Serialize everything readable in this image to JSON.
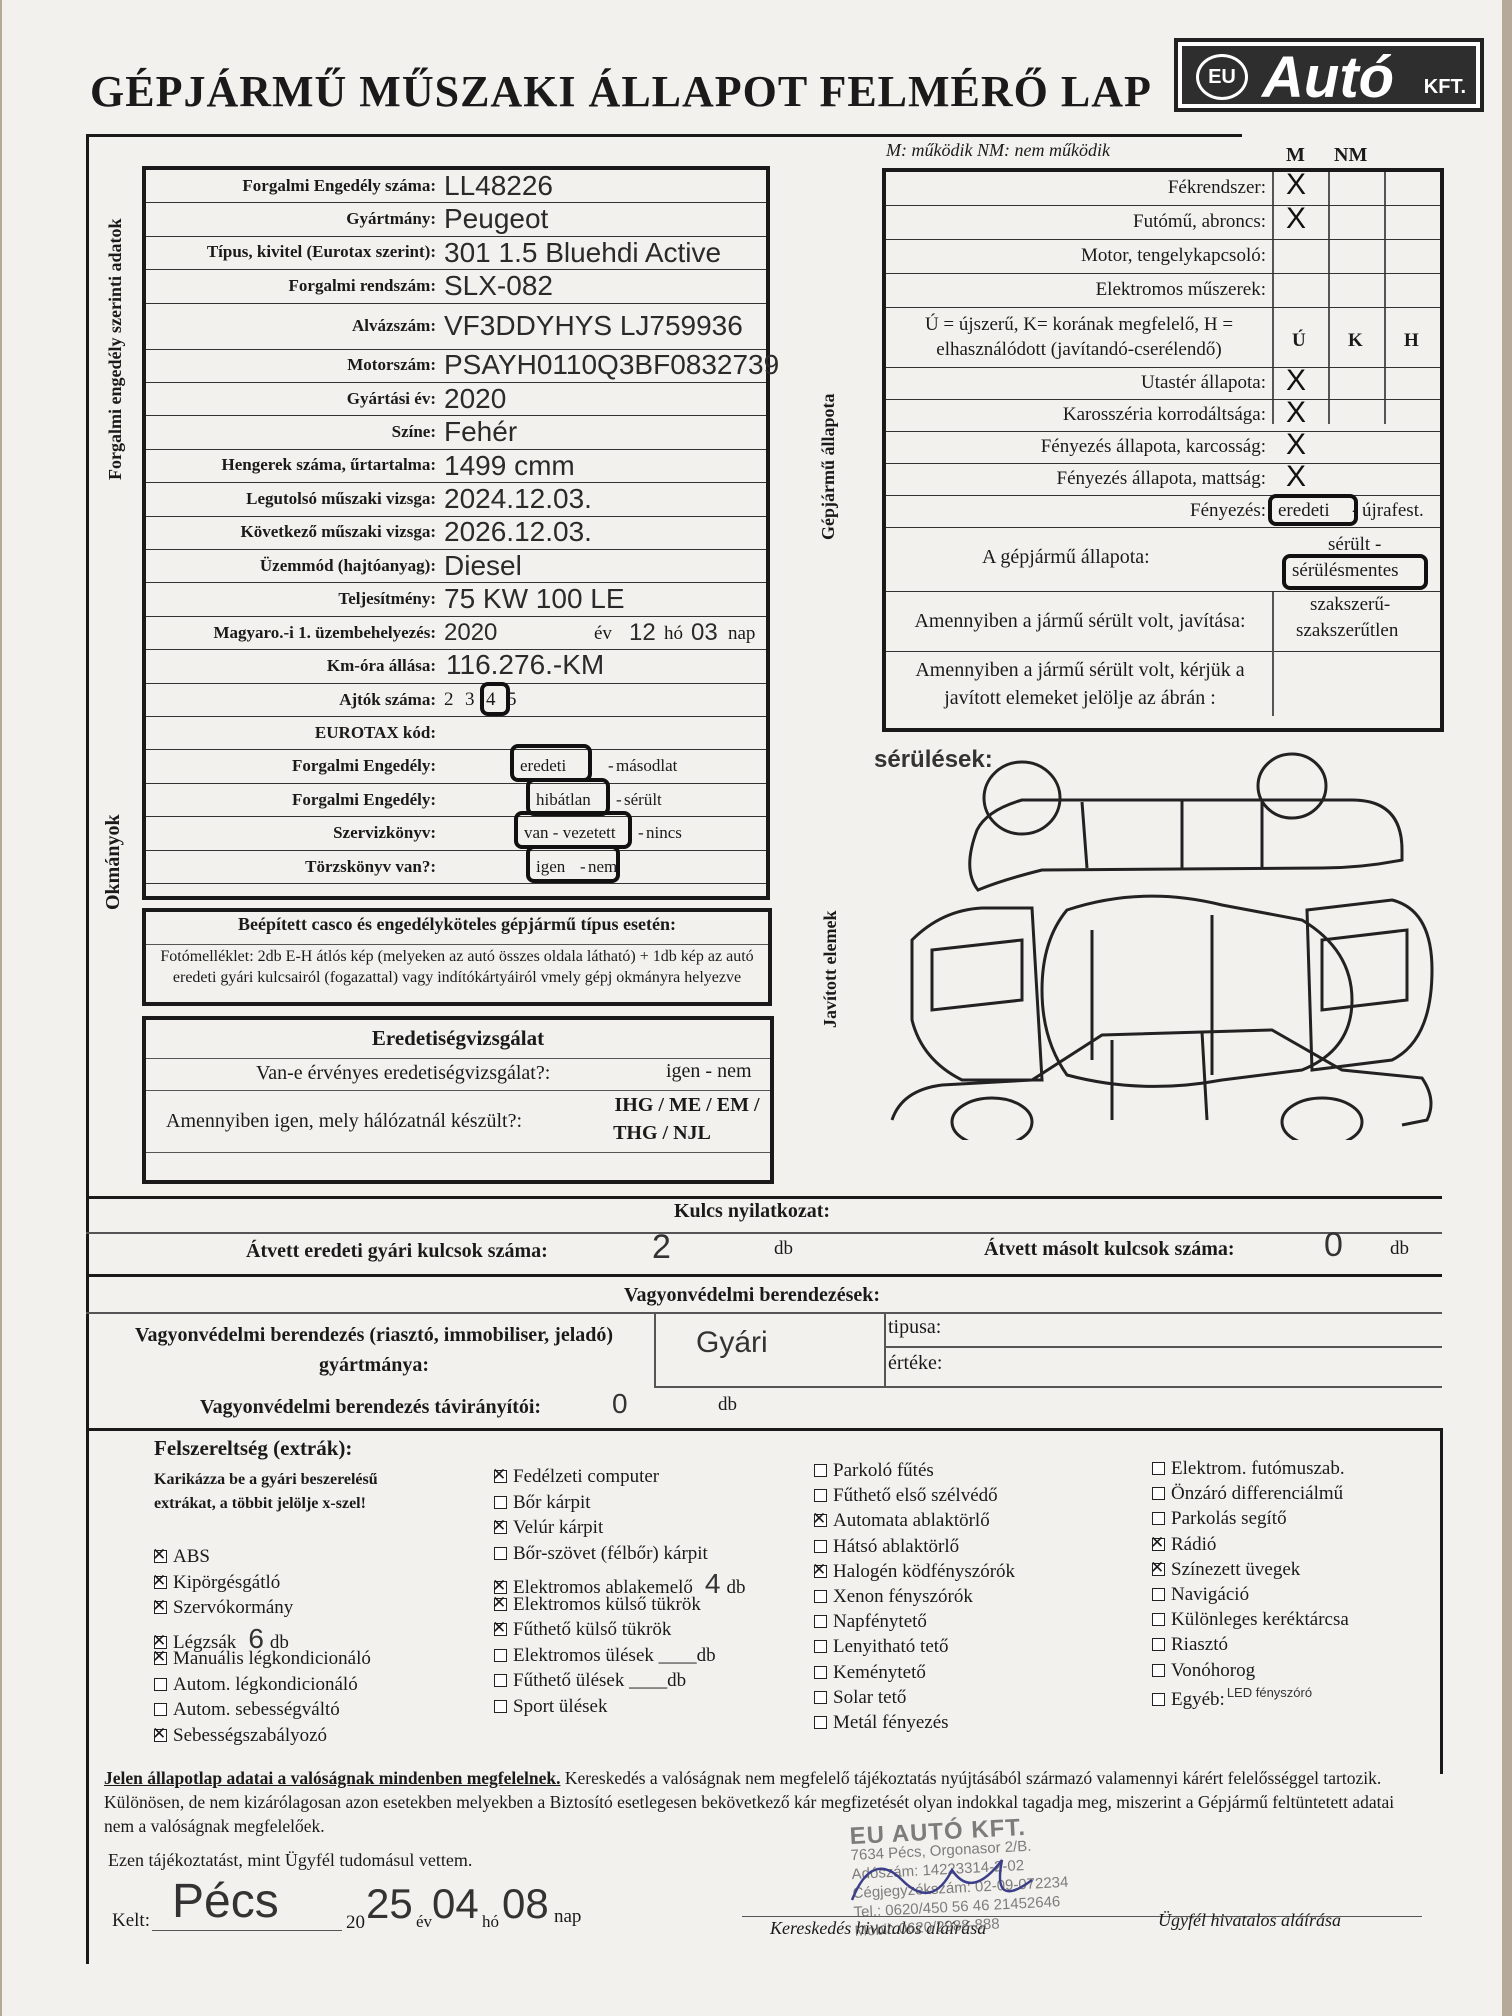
{
  "header": {
    "title": "GÉPJÁRMŰ MŰSZAKI ÁLLAPOT FELMÉRŐ LAP",
    "logo_eu": "EU",
    "logo_auto": "Autó",
    "logo_kft": "KFT."
  },
  "side_labels": {
    "registration": "Forgalmi engedély szerinti adatok",
    "documents": "Okmányok",
    "vehicle_state": "Gépjármű állapota",
    "repaired": "Javított elemek"
  },
  "vehicle": {
    "fields": [
      {
        "label": "Forgalmi Engedély száma:",
        "value": "LL48226"
      },
      {
        "label": "Gyártmány:",
        "value": "Peugeot"
      },
      {
        "label": "Típus, kivitel (Eurotax szerint):",
        "value": "301 1.5 Bluehdi Active"
      },
      {
        "label": "Forgalmi rendszám:",
        "value": "SLX-082"
      },
      {
        "label": "Alvázszám:",
        "value": "VF3DDYHYS LJ759936"
      },
      {
        "label": "Motorszám:",
        "value": "PSAYH0110Q3BF0832739"
      },
      {
        "label": "Gyártási év:",
        "value": "2020"
      },
      {
        "label": "Színe:",
        "value": "Fehér"
      },
      {
        "label": "Hengerek száma, űrtartalma:",
        "value": "1499 cmm"
      },
      {
        "label": "Legutolsó műszaki vizsga:",
        "value": "2024.12.03."
      },
      {
        "label": "Következő műszaki vizsga:",
        "value": "2026.12.03."
      },
      {
        "label": "Üzemmód (hajtóanyag):",
        "value": "Diesel"
      },
      {
        "label": "Teljesítmény:",
        "value": "75 KW 100 LE"
      }
    ],
    "first_reg_label": "Magyaro.-i 1. üzembehelyezés:",
    "first_reg_year": "2020",
    "first_reg_ev": "év",
    "first_reg_month": "12",
    "first_reg_ho": "hó",
    "first_reg_day": "03",
    "first_reg_nap": "nap",
    "km_label": "Km-óra állása:",
    "km_value": "116.276.-KM",
    "doors_label": "Ajtók száma:",
    "doors_options": [
      "2",
      "3",
      "4",
      "5"
    ],
    "eurotax_label": "EUROTAX kód:"
  },
  "documents": [
    {
      "label": "Forgalmi Engedély:",
      "selected": "eredeti",
      "sep": "-",
      "other": "másodlat"
    },
    {
      "label": "Forgalmi Engedély:",
      "selected": "hibátlan",
      "sep": "-",
      "other": "sérült"
    },
    {
      "label": "Szervizkönyv:",
      "selected": "van - vezetett",
      "sep": "-",
      "other": "nincs"
    },
    {
      "label": "Törzskönyv van?:",
      "selected": "igen",
      "sep": "-",
      "other": "nem"
    }
  ],
  "casco": {
    "title": "Beépített casco és engedélyköteles gépjármű típus esetén:",
    "text": "Fotómelléklet: 2db E-H átlós kép (melyeken az autó összes oldala látható) + 1db kép az autó eredeti gyári kulcsairól (fogazattal) vagy indítókártyáiról vmely gépj okmányra helyezve"
  },
  "origin": {
    "title": "Eredetiségvizsgálat",
    "q1": "Van-e érvényes eredetiségvizsgálat?:",
    "a1": "igen - nem",
    "q2": "Amennyiben igen, mely hálózatnál készült?:",
    "a2_line1": "IHG / ME / EM /",
    "a2_line2": "THG / NJL"
  },
  "state": {
    "legend": "M: működik   NM: nem működik",
    "col_m": "M",
    "col_nm": "NM",
    "items_m": [
      {
        "label": "Fékrendszer:",
        "mark": "X"
      },
      {
        "label": "Futómű, abroncs:",
        "mark": "X"
      },
      {
        "label": "Motor, tengelykapcsoló:",
        "mark": ""
      },
      {
        "label": "Elektromos műszerek:",
        "mark": ""
      }
    ],
    "condition_legend": "Ú = újszerű, K= korának megfelelő, H = elhasználódott (javítandó-cserélendő)",
    "col_u": "Ú",
    "col_k": "K",
    "col_h": "H",
    "items_u": [
      {
        "label": "Utastér állapota:",
        "mark": "X"
      },
      {
        "label": "Karosszéria korrodáltsága:",
        "mark": "X"
      },
      {
        "label": "Fényezés állapota, karcosság:",
        "mark": "X"
      },
      {
        "label": "Fényezés állapota, mattság:",
        "mark": "X"
      }
    ],
    "paint_label": "Fényezés:",
    "paint_selected": "eredeti",
    "paint_sep": "-",
    "paint_other": "újrafest.",
    "vehicle_state_label": "A gépjármű állapota:",
    "vehicle_state_other": "sérült -",
    "vehicle_state_selected": "sérülésmentes",
    "repair_label": "Amennyiben a jármű sérült volt, javítása:",
    "repair_opt1": "szakszerű-",
    "repair_opt2": "szakszerűtlen",
    "mark_label": "Amennyiben a jármű sérült volt, kérjük a javított elemeket jelölje az ábrán :",
    "damage_title": "sérülések:"
  },
  "keys": {
    "title": "Kulcs nyilatkozat:",
    "orig_label": "Átvett eredeti gyári kulcsok száma:",
    "orig_value": "2",
    "orig_unit": "db",
    "copy_label": "Átvett másolt kulcsok száma:",
    "copy_value": "0",
    "copy_unit": "db"
  },
  "security": {
    "title": "Vagyonvédelmi berendezések:",
    "maker_label": "Vagyonvédelmi berendezés (riasztó, immobiliser, jeladó) gyártmánya:",
    "maker_value": "Gyári",
    "type_label": "tipusa:",
    "value_label": "értéke:",
    "remote_label": "Vagyonvédelmi berendezés távirányítói:",
    "remote_value": "0",
    "remote_unit": "db"
  },
  "extras": {
    "title": "Felszereltség (extrák):",
    "instruction": "Karikázza be a gyári beszerelésű extrákat, a többit jelölje x-szel!",
    "col1": [
      {
        "label": "ABS",
        "checked": true
      },
      {
        "label": "Kipörgésgátló",
        "checked": true
      },
      {
        "label": "Szervókormány",
        "checked": true
      },
      {
        "label": "Légzsák",
        "checked": true,
        "count": "6",
        "unit": "db"
      },
      {
        "label": "Manuális légkondicionáló",
        "checked": true
      },
      {
        "label": "Autom. légkondicionáló",
        "checked": false
      },
      {
        "label": "Autom. sebességváltó",
        "checked": false
      },
      {
        "label": "Sebességszabályozó",
        "checked": true
      }
    ],
    "col2": [
      {
        "label": "Fedélzeti computer",
        "checked": true
      },
      {
        "label": "Bőr kárpit",
        "checked": false
      },
      {
        "label": "Velúr kárpit",
        "checked": true
      },
      {
        "label": "Bőr-szövet (félbőr) kárpit",
        "checked": false
      },
      {
        "label": "Elektromos ablakemelő",
        "checked": true,
        "count": "4",
        "unit": "db"
      },
      {
        "label": "Elektromos külső tükrök",
        "checked": true
      },
      {
        "label": "Fűthető külső tükrök",
        "checked": true
      },
      {
        "label": "Elektromos ülések ____db",
        "checked": false
      },
      {
        "label": "Fűthető ülések ____db",
        "checked": false
      },
      {
        "label": "Sport ülések",
        "checked": false
      }
    ],
    "col3": [
      {
        "label": "Parkoló fűtés",
        "checked": false
      },
      {
        "label": "Fűthető első szélvédő",
        "checked": false
      },
      {
        "label": "Automata ablaktörlő",
        "checked": true
      },
      {
        "label": "Hátsó ablaktörlő",
        "checked": false
      },
      {
        "label": "Halogén ködfényszórók",
        "checked": true
      },
      {
        "label": "Xenon fényszórók",
        "checked": false
      },
      {
        "label": "Napfénytető",
        "checked": false
      },
      {
        "label": "Lenyitható tető",
        "checked": false
      },
      {
        "label": "Keménytető",
        "checked": false
      },
      {
        "label": "Solar tető",
        "checked": false
      },
      {
        "label": "Metál fényezés",
        "checked": false
      }
    ],
    "col4": [
      {
        "label": "Elektrom. futómuszab.",
        "checked": false
      },
      {
        "label": "Önzáró differenciálmű",
        "checked": false
      },
      {
        "label": "Parkolás segítő",
        "checked": false
      },
      {
        "label": "Rádió",
        "checked": true
      },
      {
        "label": "Színezett üvegek",
        "checked": true
      },
      {
        "label": "Navigáció",
        "checked": false
      },
      {
        "label": "Különleges keréktárcsa",
        "checked": false
      },
      {
        "label": "Riasztó",
        "checked": false
      },
      {
        "label": "Vonóhorog",
        "checked": false
      },
      {
        "label": "Egyéb:",
        "checked": false,
        "note": "LED fényszóró"
      }
    ]
  },
  "footer": {
    "statement_bold": "Jelen állapotlap adatai a valóságnak mindenben megfelelnek.",
    "statement": "Kereskedés a valóságnak nem megfelelő tájékoztatás nyújtásából származó valamennyi kárért felelősséggel tartozik. Különösen, de nem kizárólagosan azon esetekben melyekben a Biztosító esetlegesen bekövetkező kár megfizetését olyan indokkal tagadja meg, miszerint a Gépjármű feltüntetett adatai nem a valóságnak megfelelőek.",
    "ack": "Ezen tájékoztatást, mint Ügyfél tudomásul vettem.",
    "kelt_label": "Kelt:",
    "place": "Pécs",
    "year_prefix": "20",
    "year": "25",
    "ev": "év",
    "month": "04",
    "ho": "hó",
    "day": "08",
    "nap": "nap",
    "dealer_sig": "Kereskedés hivatalos aláírása",
    "client_sig": "Ügyfél hivatalos aláírása",
    "stamp": [
      "EU AUTÓ KFT.",
      "7634 Pécs, Orgonasor 2/B.",
      "Adószám: 14223314-2-02",
      "Cégjegyzékszám: 02-09-072234",
      "Tel.: 0620/450 56 46 21452646",
      "Mobil: 0620/2988-888"
    ]
  }
}
